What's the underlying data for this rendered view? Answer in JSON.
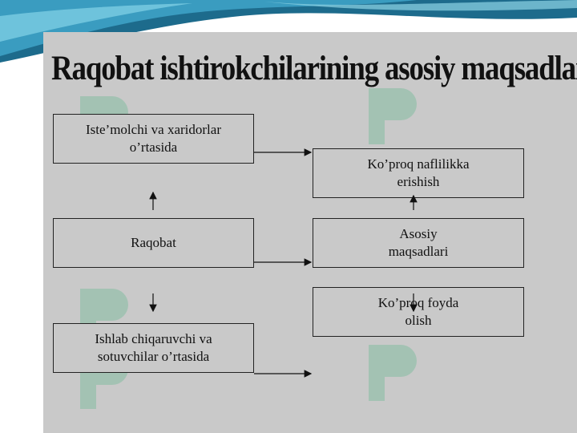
{
  "title": "Raqobat ishtirokchilarining asosiy maqsadlari",
  "nodes": {
    "consumers": "Iste’molchi va xaridorlar\no’rtasida",
    "competition": "Raqobat",
    "producers": "Ishlab chiqaruvchi va\nsotuvchilar o’rtasida",
    "utility": "Ko’proq naflilikka\nerishish",
    "main_goals": "Asosiy\nmaqsadlari",
    "profit": "Ko’proq foyda\nolish"
  },
  "colors": {
    "panel": "#c9c9c9",
    "banner_dark": "#1d6b8c",
    "banner_light": "#4fb3cf"
  }
}
